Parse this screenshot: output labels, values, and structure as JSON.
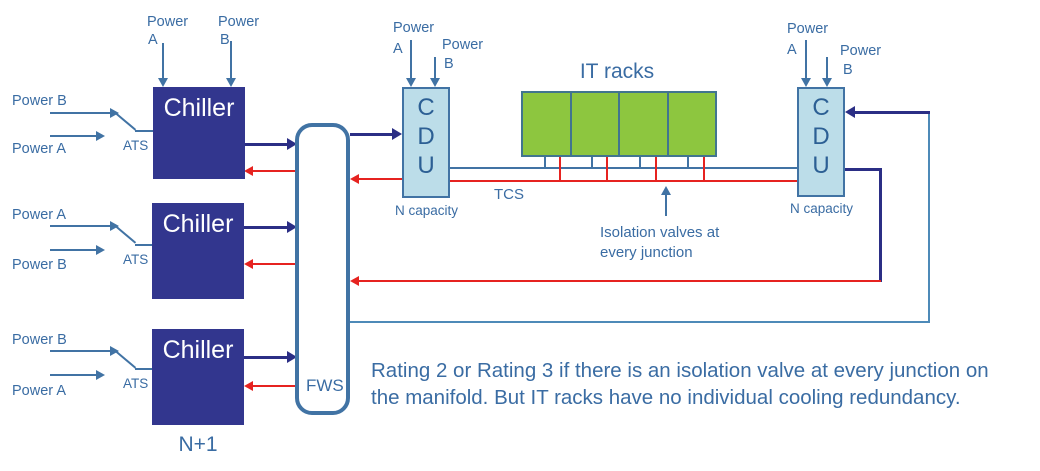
{
  "colors": {
    "chiller_fill": "#32368e",
    "navy_line": "#2b2e85",
    "red_line": "#e62320",
    "steel_blue": "#4173a4",
    "label_blue": "#3a6ca3",
    "light_blue_line": "#4d8ab8",
    "cdu_fill": "#bcdde9",
    "rack_green": "#8dc63f",
    "rack_border": "#41758f"
  },
  "chillers": [
    {
      "label": "Chiller",
      "top_a_word": "Power",
      "top_a_letter": "A",
      "top_b_word": "Power",
      "top_b_letter": "B",
      "left_top": "Power B",
      "left_bottom": "Power A",
      "ats": "ATS"
    },
    {
      "label": "Chiller",
      "left_top": "Power A",
      "left_bottom": "Power B",
      "ats": "ATS"
    },
    {
      "label": "Chiller",
      "left_top": "Power B",
      "left_bottom": "Power A",
      "ats": "ATS"
    }
  ],
  "group_label": "N+1",
  "manifold": {
    "label": "FWS"
  },
  "cdus": [
    {
      "letters": [
        "C",
        "D",
        "U"
      ],
      "capacity": "N capacity",
      "a_word": "Power",
      "a_letter": "A",
      "b_word": "Power",
      "b_letter": "B"
    },
    {
      "letters": [
        "C",
        "D",
        "U"
      ],
      "capacity": "N capacity",
      "a_word": "Power",
      "a_letter": "A",
      "b_word": "Power",
      "b_letter": "B"
    }
  ],
  "racks": {
    "title": "IT racks",
    "count": 4
  },
  "tcs_label": "TCS",
  "note": {
    "line1": "Isolation valves at",
    "line2": "every junction"
  },
  "caption": {
    "line1": "Rating 2 or Rating 3 if there is an isolation valve at every junction on",
    "line2": "the manifold. But IT racks have no individual cooling redundancy."
  }
}
